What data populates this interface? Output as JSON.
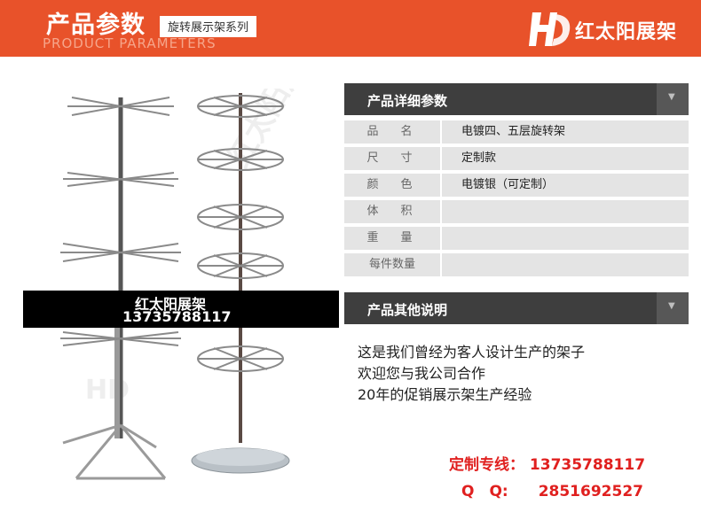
{
  "header": {
    "title": "产品参数",
    "subtitle": "PRODUCT PARAMETERS",
    "series": "旋转展示架系列",
    "brand": "红太阳展架"
  },
  "photo": {
    "overlay_name": "红太阳展架",
    "overlay_phone": "13735788117"
  },
  "details": {
    "heading": "产品详细参数",
    "rows": [
      {
        "label": "品　名",
        "value": "电镀四、五层旋转架"
      },
      {
        "label": "尺　寸",
        "value": "定制款"
      },
      {
        "label": "颜　色",
        "value": "电镀银（可定制）"
      },
      {
        "label": "体　积",
        "value": ""
      },
      {
        "label": "重　量",
        "value": ""
      },
      {
        "label": "每件数量",
        "value": ""
      }
    ]
  },
  "other": {
    "heading": "产品其他说明",
    "lines": [
      "这是我们曾经为客人设计生产的架子",
      "欢迎您与我公司合作",
      "20年的促销展示架生产经验"
    ]
  },
  "contact": {
    "hotline": "定制专线：  13735788117",
    "qq": "Q　Q:　　2851692527"
  },
  "colors": {
    "header_bg": "#e8522a",
    "bar_bg": "#3e3e3e",
    "cell_bg": "#e4e4e4",
    "contact_text": "#e0201f"
  }
}
